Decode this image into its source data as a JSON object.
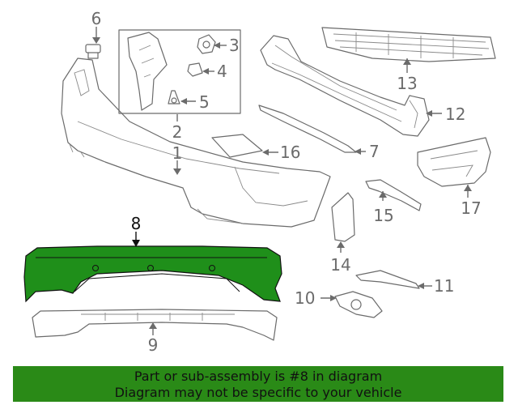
{
  "diagram": {
    "callouts": {
      "c1": "1",
      "c2": "2",
      "c3": "3",
      "c4": "4",
      "c5": "5",
      "c6": "6",
      "c7": "7",
      "c8": "8",
      "c9": "9",
      "c10": "10",
      "c11": "11",
      "c12": "12",
      "c13": "13",
      "c14": "14",
      "c15": "15",
      "c16": "16",
      "c17": "17"
    },
    "highlighted_part": "8",
    "colors": {
      "highlight": "#1f8f1a",
      "line": "#6b6b6b",
      "banner": "#2a8a17"
    }
  },
  "banner": {
    "line1": "Part or sub-assembly is #8 in diagram",
    "line2": "Diagram may not be specific to your vehicle"
  }
}
